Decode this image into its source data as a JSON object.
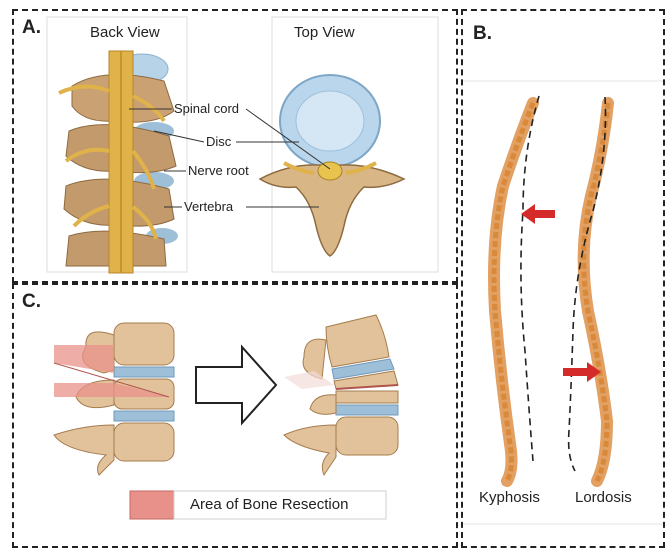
{
  "panels": {
    "a": {
      "letter": "A.",
      "back_view_title": "Back View",
      "top_view_title": "Top View",
      "labels": {
        "spinal_cord": "Spinal cord",
        "disc": "Disc",
        "nerve_root": "Nerve root",
        "vertebra": "Vertebra"
      }
    },
    "b": {
      "letter": "B.",
      "kyphosis_label": "Kyphosis",
      "lordosis_label": "Lordosis"
    },
    "c": {
      "letter": "C.",
      "legend_label": "Area of Bone Resection"
    }
  },
  "colors": {
    "bone": "#d8b685",
    "bone_dark": "#a67c4e",
    "disc": "#9dbfd8",
    "cord": "#e0b24a",
    "resection": "#e8918a",
    "spine_orange": "#d9893a",
    "arrow_red": "#d42a2a"
  }
}
